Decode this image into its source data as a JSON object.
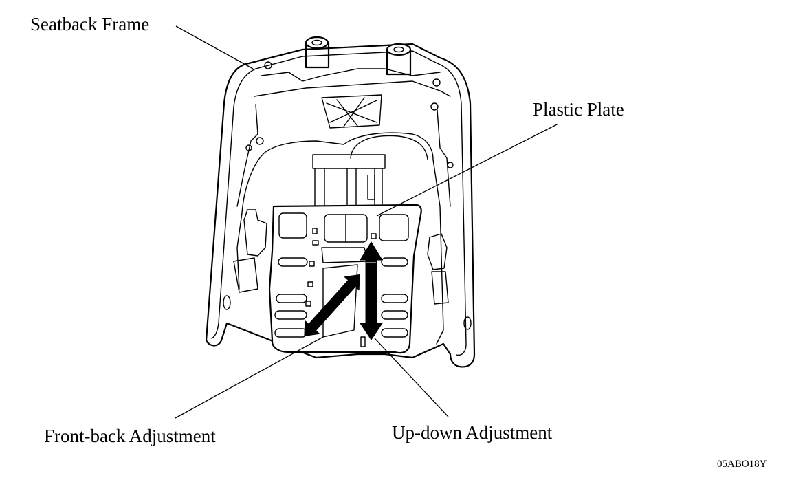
{
  "labels": {
    "seatback_frame": "Seatback Frame",
    "plastic_plate": "Plastic Plate",
    "front_back": "Front-back Adjustment",
    "up_down": "Up-down Adjustment"
  },
  "figure_code": "05ABO18Y",
  "icons": {
    "arrow_front_back": "double-arrow-diagonal-icon",
    "arrow_up_down": "double-arrow-vertical-icon"
  },
  "colors": {
    "ink": "#000000",
    "paper": "#ffffff"
  }
}
